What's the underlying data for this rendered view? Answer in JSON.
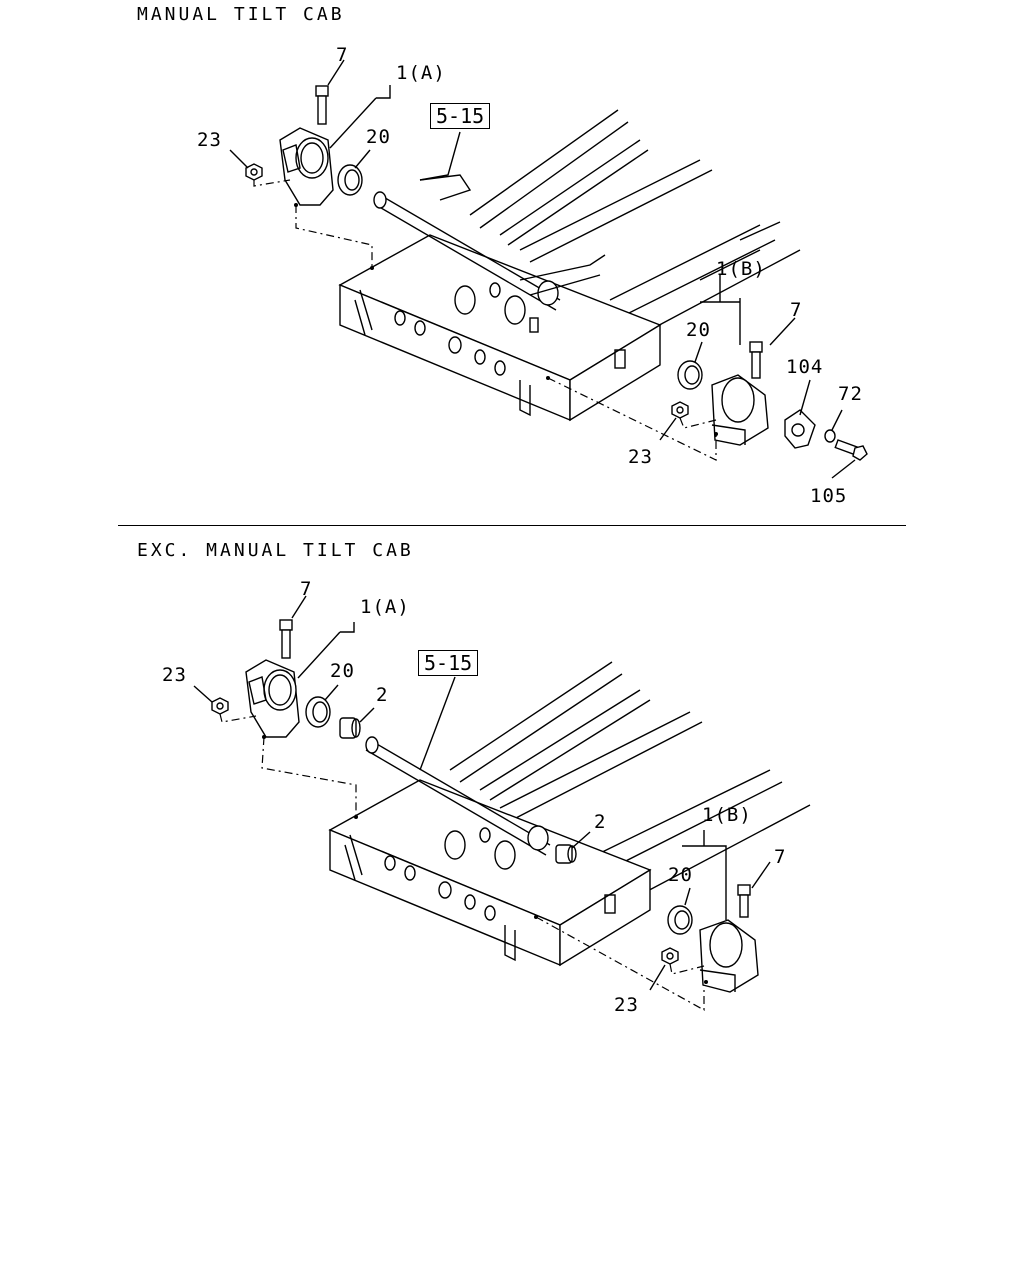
{
  "sections": [
    {
      "title": "MANUAL TILT CAB",
      "ref_box": "5-15",
      "callouts": {
        "bolt_a": "7",
        "mount_a": "1(A)",
        "nut_a": "23",
        "bushing_a": "20",
        "mount_b": "1(B)",
        "bushing_b": "20",
        "bolt_b": "7",
        "lock": "104",
        "washer": "72",
        "nut_b": "23",
        "bolt_lock": "105"
      }
    },
    {
      "title": "EXC. MANUAL TILT CAB",
      "ref_box": "5-15",
      "callouts": {
        "bolt_a": "7",
        "mount_a": "1(A)",
        "nut_a": "23",
        "bushing_a": "20",
        "collar_a": "2",
        "collar_b": "2",
        "mount_b": "1(B)",
        "bushing_b": "20",
        "bolt_b": "7",
        "nut_b": "23"
      }
    }
  ]
}
